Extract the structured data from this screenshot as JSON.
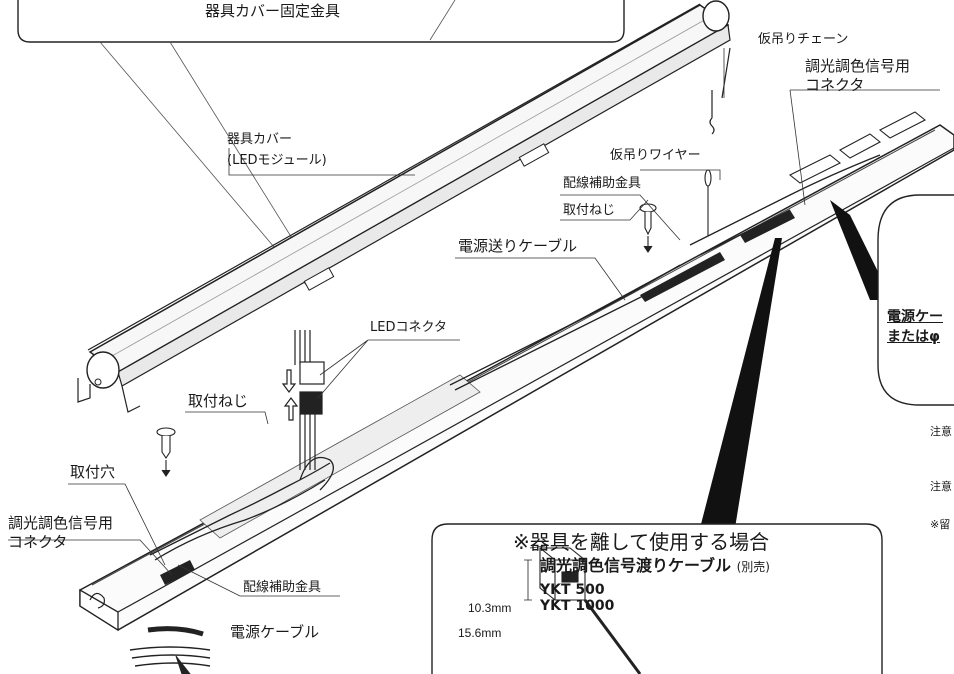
{
  "labels": {
    "cover_bracket": "器具カバー固定金具",
    "temp_chain": "仮吊りチェーン",
    "dimming_connector_top_1": "調光調色信号用",
    "dimming_connector_top_2": "コネクタ",
    "fixture_cover_1": "器具カバー",
    "fixture_cover_2": "(LEDモジュール)",
    "temp_wire": "仮吊りワイヤー",
    "wiring_bracket_top": "配線補助金具",
    "mount_screw_top": "取付ねじ",
    "power_feed_cable": "電源送りケーブル",
    "led_connector": "LEDコネクタ",
    "mount_screw_left": "取付ねじ",
    "mount_hole": "取付穴",
    "dimming_connector_left_1": "調光調色信号用",
    "dimming_connector_left_2": "コネクタ",
    "wiring_bracket_bottom": "配線補助金具",
    "power_cable": "電源ケーブル"
  },
  "right_panel": {
    "line1": "電源ケー",
    "line2": "またはφ",
    "note1": "注意",
    "note2": "注意",
    "note3": "※留"
  },
  "separate_use_box": {
    "title": "※器具を離して使用する場合",
    "cable_name": "調光調色信号渡りケーブル",
    "sold_separately": "(別売)",
    "model_1": "YKT 500",
    "model_2": "YKT 1000",
    "dim_1": "10.3mm",
    "dim_2": "15.6mm"
  }
}
